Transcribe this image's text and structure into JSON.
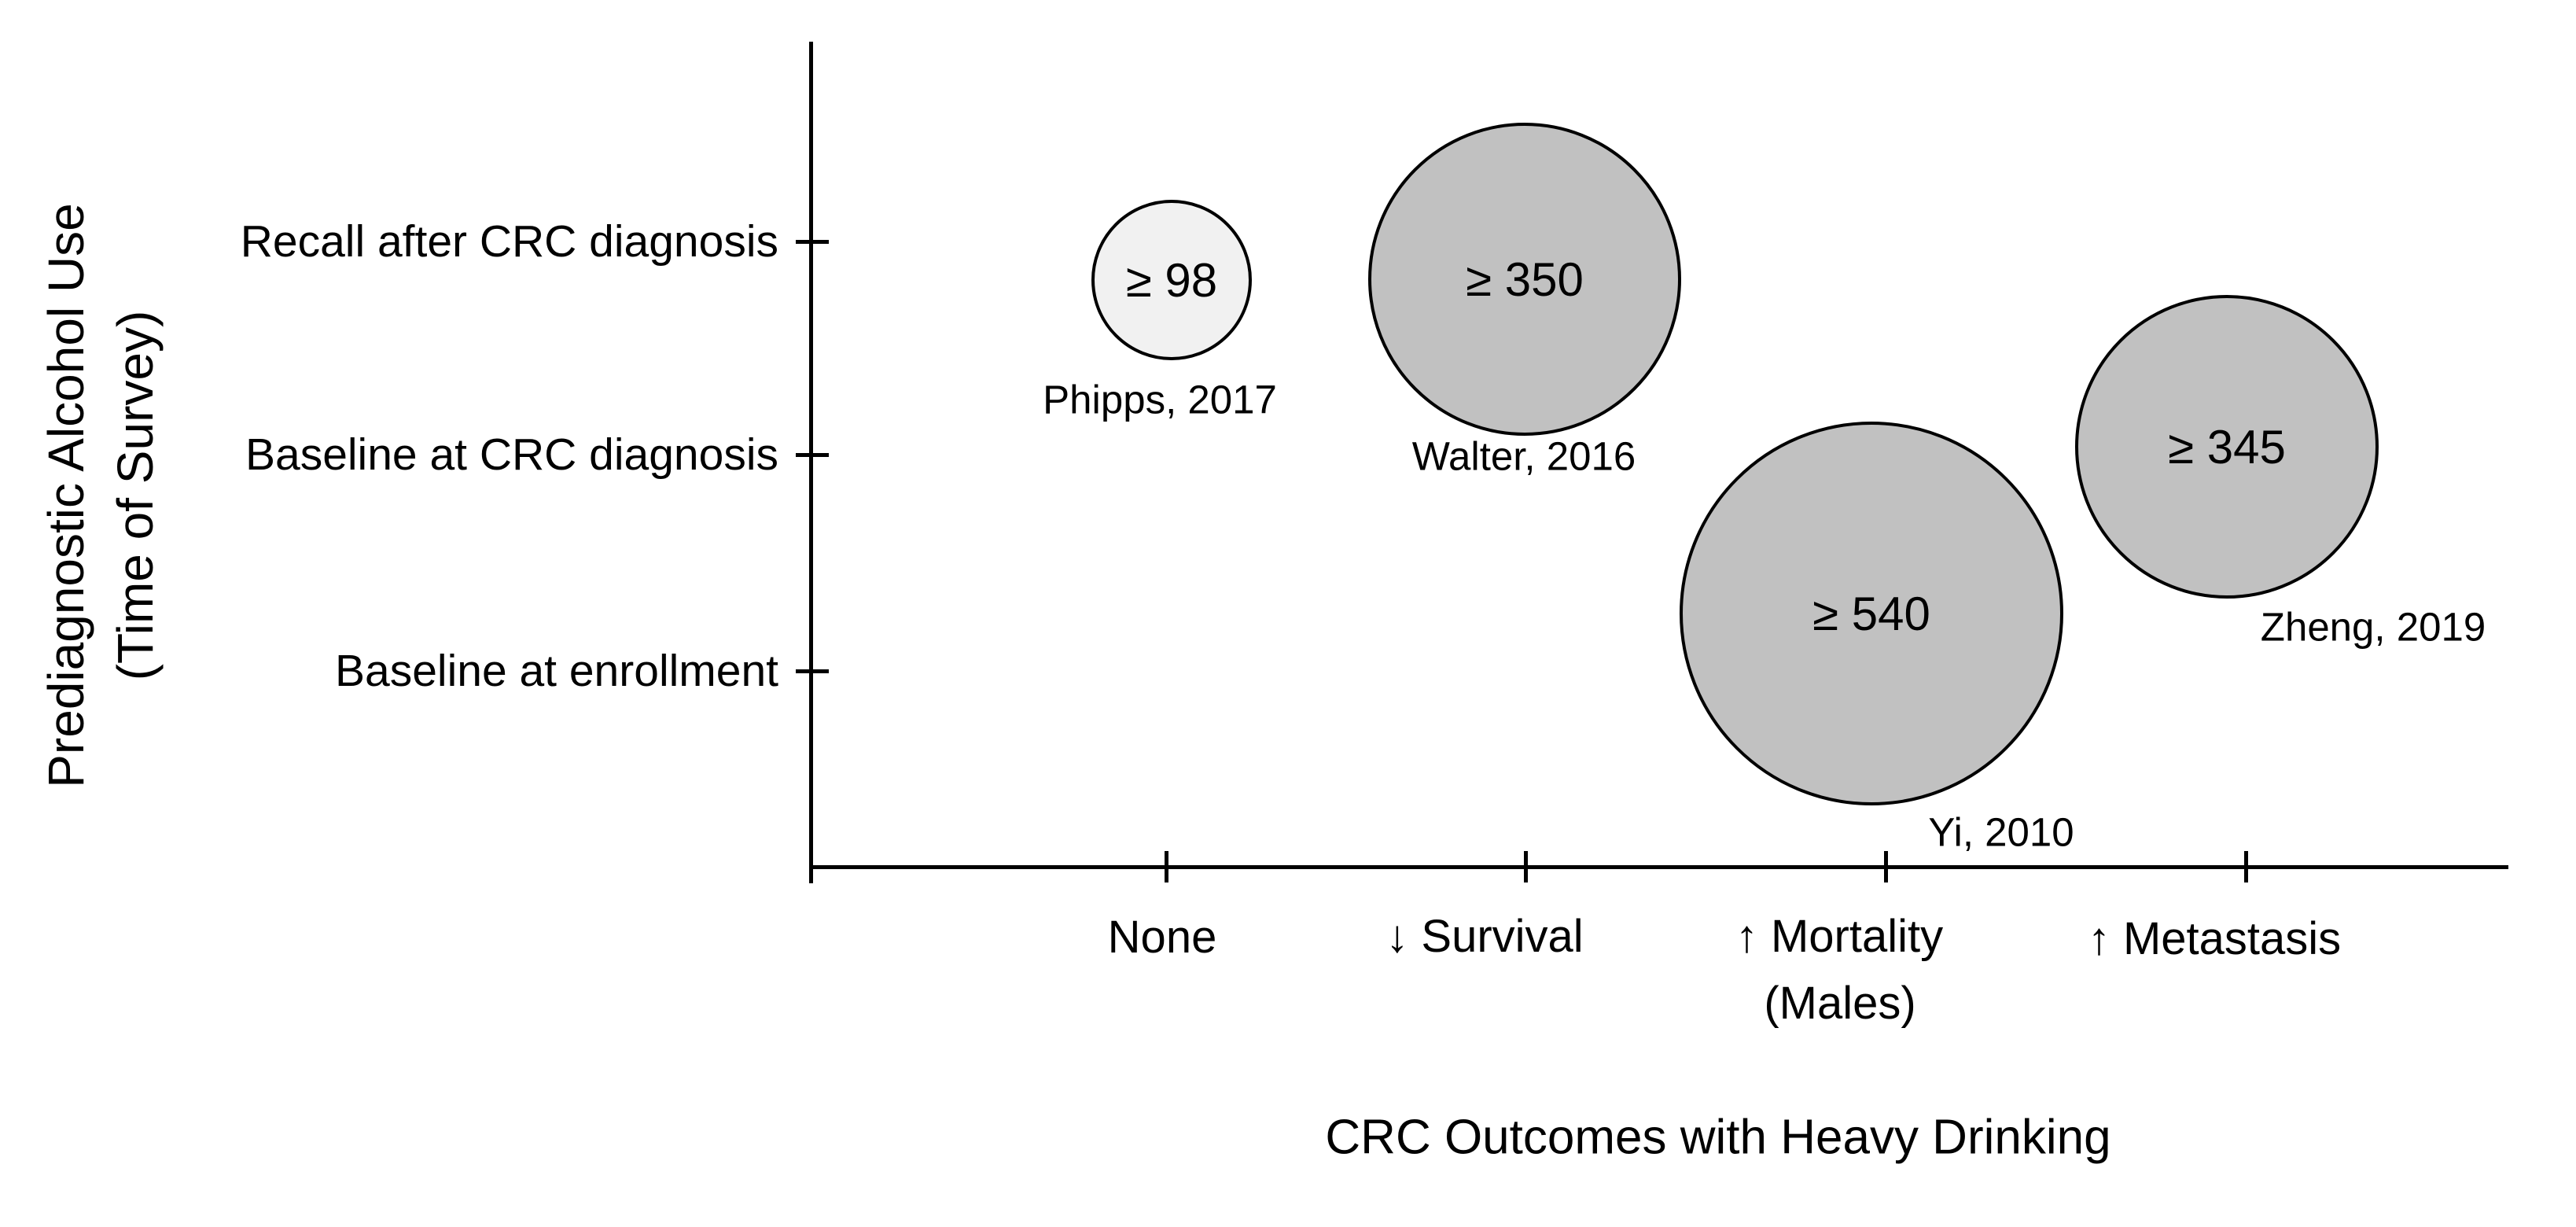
{
  "figure": {
    "background": "#ffffff",
    "x_axis_title": "CRC Outcomes with Heavy Drinking",
    "y_axis_title_line1": "Prediagnostic Alcohol Use",
    "y_axis_title_line2": "(Time of Survey)",
    "y_tick_labels": [
      "Recall after CRC diagnosis",
      "Baseline at CRC diagnosis",
      "Baseline at enrollment"
    ],
    "x_tick_labels": [
      "None",
      "↓ Survival",
      "↑ Mortality",
      "↑ Metastasis"
    ],
    "x_tick_sub_label": "(Males)"
  },
  "colors": {
    "axis": "#000000",
    "text": "#000000",
    "bubble_light_fill": "#f1f1f1",
    "bubble_gray_fill": "#c1c1c1",
    "bubble_stroke": "#000000"
  },
  "chart_data": {
    "type": "scatter",
    "subtype": "bubble",
    "title": "",
    "xlabel": "CRC Outcomes with Heavy Drinking",
    "ylabel": "Prediagnostic Alcohol Use (Time of Survey)",
    "x_categories": [
      "None",
      "↓ Survival",
      "↑ Mortality (Males)",
      "↑ Metastasis"
    ],
    "y_categories": [
      "Baseline at enrollment",
      "Baseline at CRC diagnosis",
      "Recall after CRC diagnosis"
    ],
    "grid": false,
    "legend_position": "none",
    "points": [
      {
        "study": "Phipps, 2017",
        "x": "None",
        "y": "Recall after CRC diagnosis",
        "value_label": "≥ 98",
        "n_min": 98,
        "fill": "#f1f1f1"
      },
      {
        "study": "Walter, 2016",
        "x": "↓ Survival",
        "y": "Recall after CRC diagnosis",
        "value_label": "≥ 350",
        "n_min": 350,
        "fill": "#c1c1c1"
      },
      {
        "study": "Yi, 2010",
        "x": "↑ Mortality (Males)",
        "y": "Baseline at enrollment",
        "value_label": "≥ 540",
        "n_min": 540,
        "fill": "#c1c1c1"
      },
      {
        "study": "Zheng, 2019",
        "x": "↑ Metastasis",
        "y": "Baseline at CRC diagnosis",
        "value_label": "≥ 345",
        "n_min": 345,
        "fill": "#c1c1c1"
      }
    ]
  }
}
